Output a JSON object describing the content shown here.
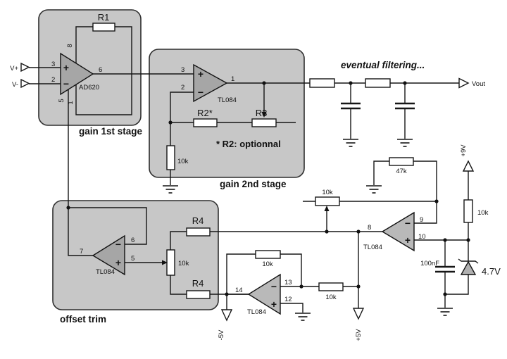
{
  "colors": {
    "box_fill": "#c7c7c7",
    "amp_fill": "#a6a6a6",
    "amp_fill_light": "#b9b9b9",
    "zener_fill": "#b0b0b0",
    "wire": "#161616"
  },
  "io": {
    "v_plus": "V+",
    "v_minus": "V-",
    "vout": "Vout"
  },
  "notes": {
    "filtering": "eventual filtering...",
    "r2": "* R2: optionnal"
  },
  "supplies": {
    "p9": "+9V",
    "p5": "+5V",
    "n5": "-5V"
  },
  "s1": {
    "label": "gain 1st stage",
    "chip": "AD620",
    "r1": "R1",
    "p3": "3",
    "p2": "2",
    "p6": "6",
    "p8": "8",
    "p1": "1",
    "p5": "5",
    "plus": "+",
    "minus": "−"
  },
  "s2": {
    "label": "gain 2nd stage",
    "chip": "TL084",
    "r2": "R2*",
    "r3": "R3",
    "rg": "10k",
    "p3": "3",
    "p2": "2",
    "p1": "1",
    "plus": "+",
    "minus": "−"
  },
  "ot": {
    "label": "offset trim",
    "chip": "TL084",
    "pot": "10k",
    "r4a": "R4",
    "r4b": "R4",
    "p7": "7",
    "p6": "6",
    "p5": "5",
    "plus": "+",
    "minus": "−"
  },
  "ra": {
    "chip": "TL084",
    "rfb": "47k",
    "pot": "10k",
    "p8": "8",
    "p9": "9",
    "p10": "10",
    "plus": "+",
    "minus": "−"
  },
  "ia": {
    "chip": "TL084",
    "rfb": "10k",
    "rin": "10k",
    "p14": "14",
    "p13": "13",
    "p12": "12",
    "plus": "+",
    "minus": "−"
  },
  "ref": {
    "r": "10k",
    "cap": "100nF",
    "zener": "4.7V"
  }
}
